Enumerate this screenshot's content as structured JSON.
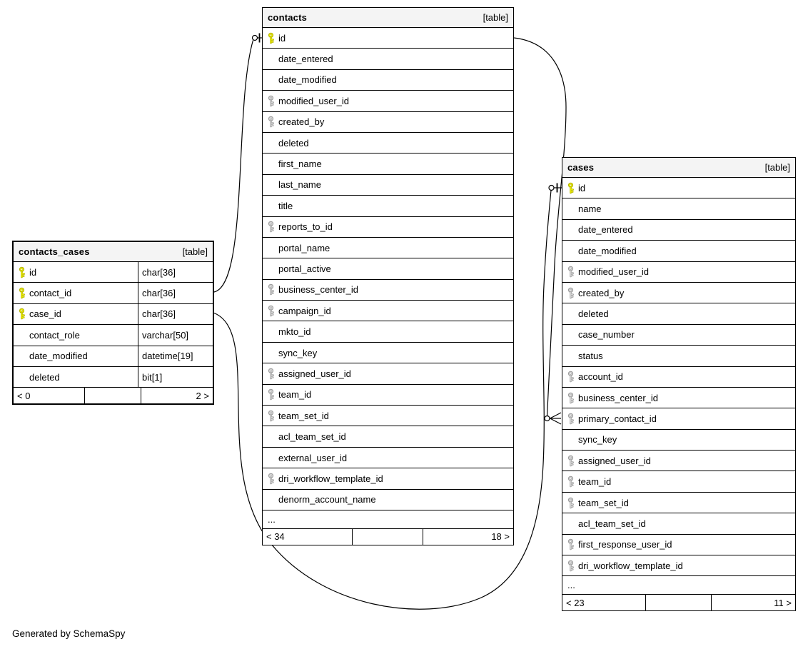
{
  "footer_note": "Generated by SchemaSpy",
  "colors": {
    "pk_key": {
      "fill": "#e8e800",
      "stroke": "#b3b300"
    },
    "fk_key": {
      "fill": "#d2d2d2",
      "stroke": "#9b9b9b"
    },
    "header_bg": "#f4f4f4",
    "line": "#000000"
  },
  "tables": [
    {
      "name": "contacts_cases",
      "type_label": "[table]",
      "columns": [
        {
          "name": "id",
          "type": "char[36]",
          "key": "pk"
        },
        {
          "name": "contact_id",
          "type": "char[36]",
          "key": "pk"
        },
        {
          "name": "case_id",
          "type": "char[36]",
          "key": "pk"
        },
        {
          "name": "contact_role",
          "type": "varchar[50]",
          "key": null
        },
        {
          "name": "date_modified",
          "type": "datetime[19]",
          "key": null
        },
        {
          "name": "deleted",
          "type": "bit[1]",
          "key": null
        }
      ],
      "footer": {
        "left": "< 0",
        "middle": "",
        "right": "2 >"
      }
    },
    {
      "name": "contacts",
      "type_label": "[table]",
      "columns": [
        {
          "name": "id",
          "key": "pk"
        },
        {
          "name": "date_entered",
          "key": null
        },
        {
          "name": "date_modified",
          "key": null
        },
        {
          "name": "modified_user_id",
          "key": "fk"
        },
        {
          "name": "created_by",
          "key": "fk"
        },
        {
          "name": "deleted",
          "key": null
        },
        {
          "name": "first_name",
          "key": null
        },
        {
          "name": "last_name",
          "key": null
        },
        {
          "name": "title",
          "key": null
        },
        {
          "name": "reports_to_id",
          "key": "fk"
        },
        {
          "name": "portal_name",
          "key": null
        },
        {
          "name": "portal_active",
          "key": null
        },
        {
          "name": "business_center_id",
          "key": "fk"
        },
        {
          "name": "campaign_id",
          "key": "fk"
        },
        {
          "name": "mkto_id",
          "key": null
        },
        {
          "name": "sync_key",
          "key": null
        },
        {
          "name": "assigned_user_id",
          "key": "fk"
        },
        {
          "name": "team_id",
          "key": "fk"
        },
        {
          "name": "team_set_id",
          "key": "fk"
        },
        {
          "name": "acl_team_set_id",
          "key": null
        },
        {
          "name": "external_user_id",
          "key": null
        },
        {
          "name": "dri_workflow_template_id",
          "key": "fk"
        },
        {
          "name": "denorm_account_name",
          "key": null
        }
      ],
      "ellipsis": "...",
      "footer": {
        "left": "< 34",
        "middle": "",
        "right": "18 >"
      }
    },
    {
      "name": "cases",
      "type_label": "[table]",
      "columns": [
        {
          "name": "id",
          "key": "pk"
        },
        {
          "name": "name",
          "key": null
        },
        {
          "name": "date_entered",
          "key": null
        },
        {
          "name": "date_modified",
          "key": null
        },
        {
          "name": "modified_user_id",
          "key": "fk"
        },
        {
          "name": "created_by",
          "key": "fk"
        },
        {
          "name": "deleted",
          "key": null
        },
        {
          "name": "case_number",
          "key": null
        },
        {
          "name": "status",
          "key": null
        },
        {
          "name": "account_id",
          "key": "fk"
        },
        {
          "name": "business_center_id",
          "key": "fk"
        },
        {
          "name": "primary_contact_id",
          "key": "fk"
        },
        {
          "name": "sync_key",
          "key": null
        },
        {
          "name": "assigned_user_id",
          "key": "fk"
        },
        {
          "name": "team_id",
          "key": "fk"
        },
        {
          "name": "team_set_id",
          "key": "fk"
        },
        {
          "name": "acl_team_set_id",
          "key": null
        },
        {
          "name": "first_response_user_id",
          "key": "fk"
        },
        {
          "name": "dri_workflow_template_id",
          "key": "fk"
        }
      ],
      "ellipsis": "...",
      "footer": {
        "left": "< 23",
        "middle": "",
        "right": "11 >"
      }
    }
  ],
  "relationships": [
    {
      "from": "contacts_cases.contact_id",
      "to": "contacts.id",
      "from_end": "none",
      "to_end": "one"
    },
    {
      "from": "contacts_cases.case_id",
      "to": "cases.id",
      "from_end": "none",
      "to_end": "one"
    },
    {
      "from": "cases.primary_contact_id",
      "to": "contacts.id",
      "child_end": "many"
    }
  ]
}
